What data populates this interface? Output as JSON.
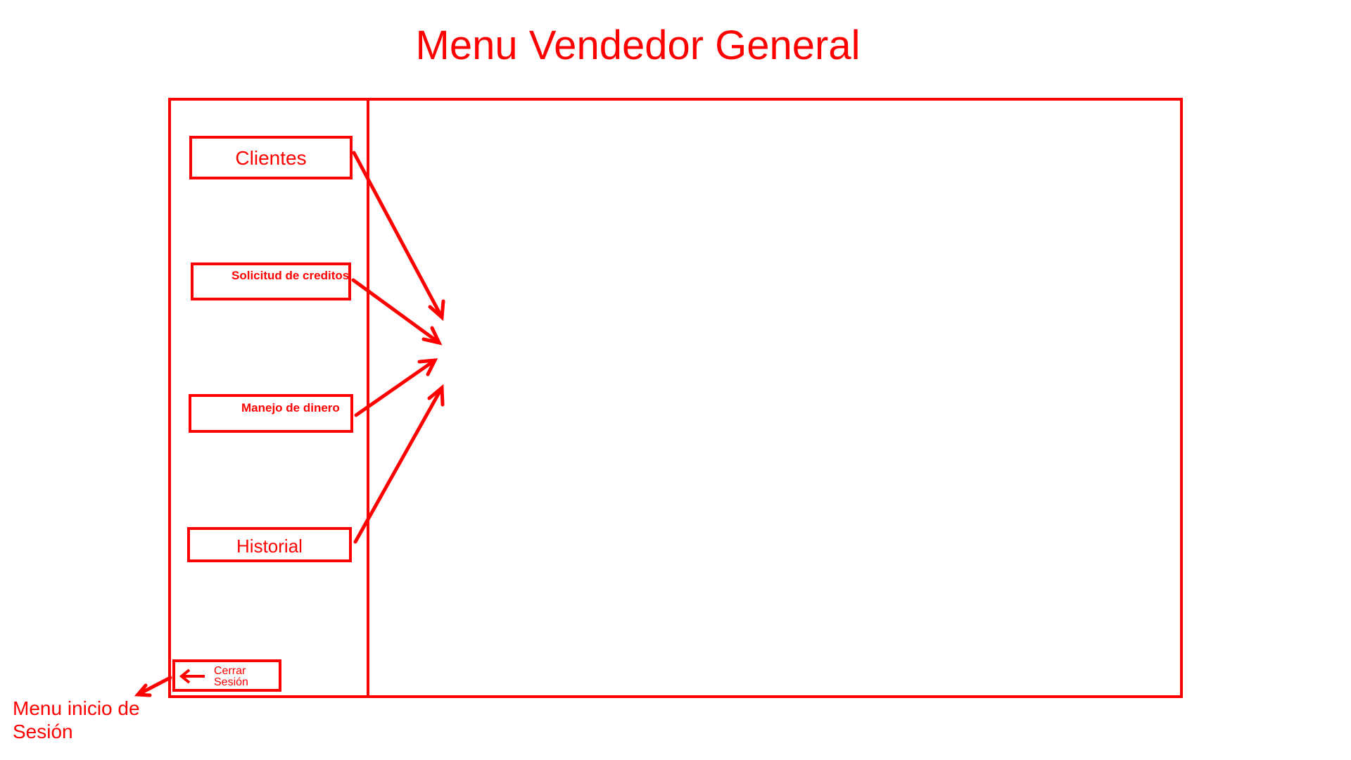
{
  "title": "Menu Vendedor General",
  "sidebar": {
    "items": [
      {
        "label": "Clientes"
      },
      {
        "label": "Solicitud de creditos"
      },
      {
        "label": "Manejo de dinero"
      },
      {
        "label": "Historial"
      }
    ],
    "logout": {
      "label": "Cerrar Sesión",
      "icon": "arrow-left-icon"
    }
  },
  "annotation": {
    "text": "Menu inicio de Sesión"
  },
  "colors": {
    "accent": "#ff0000",
    "background": "#ffffff"
  }
}
